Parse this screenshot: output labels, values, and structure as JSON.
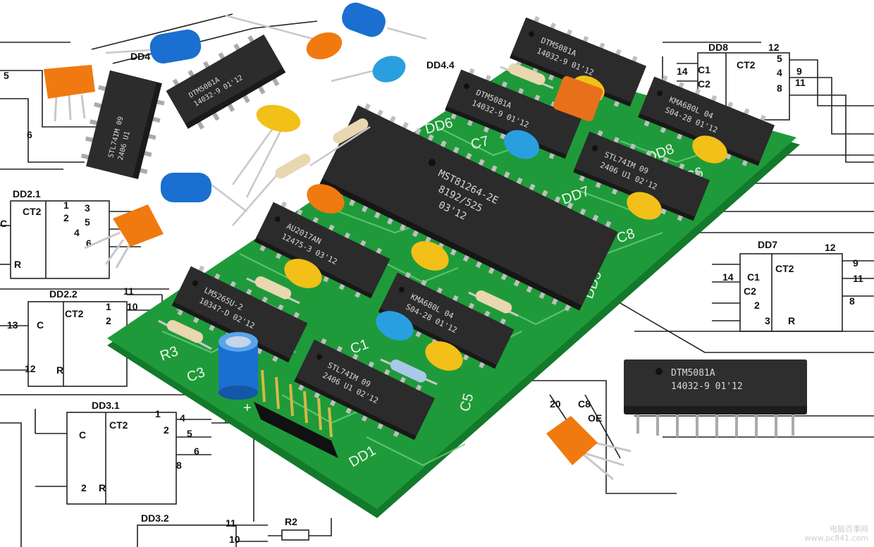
{
  "schematic": {
    "blocks": [
      "DD8",
      "DD7",
      "DD2.1",
      "DD2.2",
      "DD3.1",
      "DD3.2",
      "DD4",
      "DD4.4"
    ],
    "part_label": "CT2",
    "pins": [
      "C",
      "R",
      "C1",
      "C2",
      "1",
      "2",
      "3",
      "4",
      "5",
      "6",
      "8",
      "9",
      "10",
      "11",
      "12",
      "13",
      "14",
      "20"
    ],
    "parts": [
      "C8",
      "R2",
      "OE"
    ]
  },
  "board": {
    "labels": [
      "DD1",
      "DD5",
      "DD6",
      "DD7",
      "DD8",
      "R3",
      "C3",
      "C5",
      "C6",
      "C7",
      "C8",
      "C1",
      "+"
    ]
  },
  "chips": [
    {
      "id": "dd5",
      "line1": "MST81264-2E",
      "line2": "8192/525",
      "line3": "03'12"
    },
    {
      "id": "dd1",
      "line1": "STL74IM 09",
      "line2": "2406 U1 02'12"
    },
    {
      "id": "dd_kma",
      "line1": "KMA680L 04",
      "line2": "S04-28 01'12"
    },
    {
      "id": "dd_lm",
      "line1": "LM5265U-2",
      "line2": "1034?-D 02'12"
    },
    {
      "id": "dd_au",
      "line1": "AU2017AN",
      "line2": "12475-3 03'12"
    },
    {
      "id": "dd6",
      "line1": "DTM5081A",
      "line2": "14032-9 01'12"
    },
    {
      "id": "dd_top",
      "line1": "DTM5081A",
      "line2": "14032-9 01'12"
    },
    {
      "id": "dd7",
      "line1": "STL74IM 09",
      "line2": "2406 U1 02'12"
    },
    {
      "id": "dd8",
      "line1": "KMA680L 04",
      "line2": "S04-28 01'12"
    },
    {
      "id": "loose_right",
      "line1": "DTM5081A",
      "line2": "14032-9 01'12"
    },
    {
      "id": "loose_left1",
      "line1": "STL74IM 09",
      "line2": "2406 U1"
    },
    {
      "id": "loose_left2",
      "line1": "DTM5081A",
      "line2": "14032-9 01'12"
    }
  ],
  "watermark": {
    "line1": "电脑百事网",
    "line2": "www.pc841.com"
  },
  "colors": {
    "pcb": "#1f9a3a",
    "pcb_edge": "#127a2a",
    "chip": "#2a2a2a",
    "cap_yellow": "#f2c018",
    "cap_orange": "#f07a10",
    "cap_blue": "#2a9fe0",
    "electrolytic": "#1a6fd0"
  }
}
